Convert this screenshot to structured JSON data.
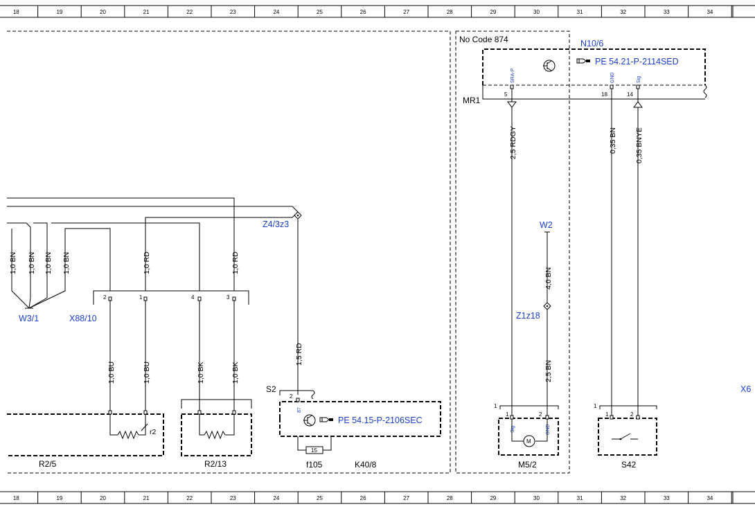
{
  "ruler": [
    "18",
    "19",
    "20",
    "21",
    "22",
    "23",
    "24",
    "25",
    "26",
    "27",
    "28",
    "29",
    "30",
    "31",
    "32",
    "33",
    "34"
  ],
  "labels": {
    "no_code": "No Code 874",
    "n10_6": "N10/6",
    "n10_6_ref": "PE 54.21-P-2114SED",
    "mr1": "MR1",
    "z4_3z3": "Z4/3z3",
    "w3_1": "W3/1",
    "x88_10": "X88/10",
    "w2": "W2",
    "z1z18": "Z1z18",
    "s2": "S2",
    "k40_8_ref": "PE 54.15-P-2106SEC",
    "r2": "r2",
    "f105": "f105",
    "k40_8": "K40/8",
    "r2_5": "R2/5",
    "r2_13": "R2/13",
    "m5_2": "M5/2",
    "s42": "S42",
    "x_partial": "X6"
  },
  "pins": {
    "n10_5": "5",
    "n10_18": "18",
    "n10_14": "14",
    "x88_2": "2",
    "x88_1": "1",
    "x88_4": "4",
    "x88_3": "3",
    "s2_2": "2",
    "f105_15": "15",
    "m5_1": "1",
    "m5_2": "2",
    "m5_left": "1",
    "s42_1": "1",
    "s42_2": "2",
    "s42_left": "1"
  },
  "pin_names": {
    "sra_p": "SRA-P",
    "gnd": "GND",
    "sig": "Sig",
    "p87": "87",
    "m_sig": "Sig",
    "m_gnd": "GND"
  },
  "wires": {
    "w_1bn_a": "1,0 BN",
    "w_1bn_b": "1,0 BN",
    "w_1bn_c": "1,0 BN",
    "w_1bn_d": "1,0 BN",
    "w_1rd_a": "1,0 RD",
    "w_1rd_b": "1,0 RD",
    "w_1bu_a": "1,0 BU",
    "w_1bu_b": "1,0 BU",
    "w_1bk_a": "1,0 BK",
    "w_1bk_b": "1,0 BK",
    "w_15rd": "1,5 RD",
    "w_25rdgy": "2,5 RDGY",
    "w_4bn": "4,0 BN",
    "w_25bn": "2,5 BN",
    "w_035bn": "0,35 BN",
    "w_035bnye": "0,35 BNYE"
  },
  "colors": {
    "link": "#1a3fcf",
    "ink": "#000000"
  }
}
